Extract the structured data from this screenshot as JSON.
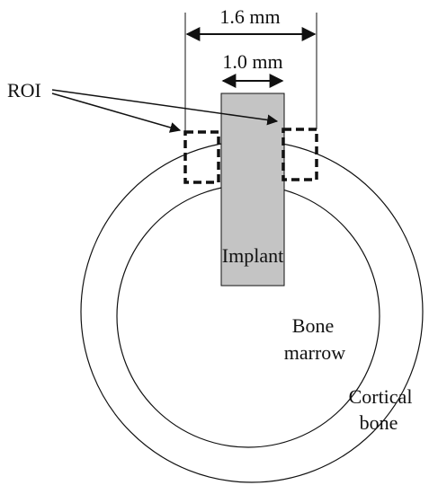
{
  "labels": {
    "outer_width": "1.6 mm",
    "inner_width": "1.0 mm",
    "roi": "ROI",
    "implant": "Implant",
    "bone_marrow_line1": "Bone",
    "bone_marrow_line2": "marrow",
    "cortical_line1": "Cortical",
    "cortical_line2": "bone"
  },
  "colors": {
    "stroke": "#111111",
    "implant_fill": "#c4c4c4",
    "background": "#ffffff"
  }
}
